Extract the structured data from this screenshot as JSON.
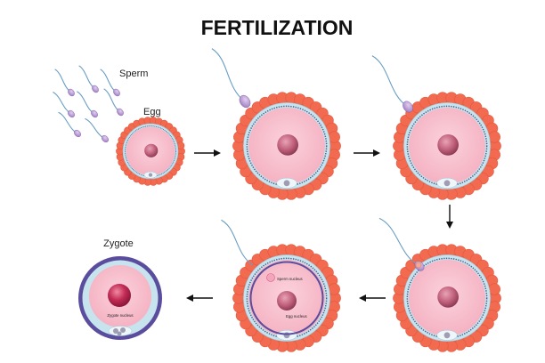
{
  "title": "FERTILIZATION",
  "labels": {
    "sperm": "Sperm",
    "egg": "Egg",
    "zygote": "Zygote",
    "sperm_nucleus": "Sperm nucleus",
    "egg_nucleus": "Egg nucleus",
    "zygote_nucleus": "Zygote nucleus"
  },
  "colors": {
    "corona": "#f26a4f",
    "corona_dark": "#e5573d",
    "zona": "#c6e3ee",
    "cytoplasm": "#f7c1ce",
    "nucleus": "#b35470",
    "sperm_tail": "#6a9ec2",
    "sperm_head": "#c3a5d8",
    "fertilization_membrane": "#5a4d9e",
    "arrow": "#111111"
  }
}
